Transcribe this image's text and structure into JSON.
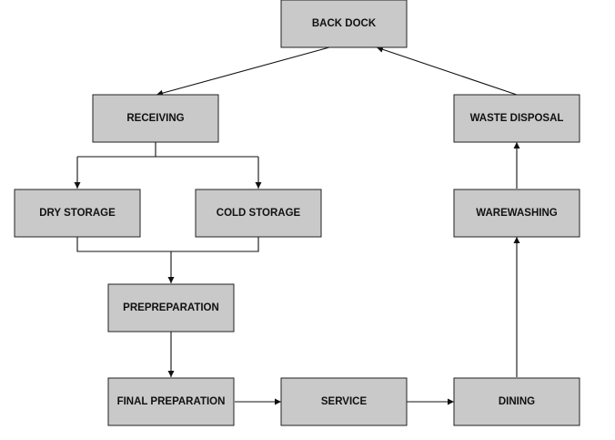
{
  "diagram": {
    "nodes": [
      {
        "id": "back_dock",
        "label": "BACK DOCK"
      },
      {
        "id": "receiving",
        "label": "RECEIVING"
      },
      {
        "id": "dry_storage",
        "label": "DRY STORAGE"
      },
      {
        "id": "cold_storage",
        "label": "COLD STORAGE"
      },
      {
        "id": "prepreparation",
        "label": "PREPREPARATION"
      },
      {
        "id": "final_preparation",
        "label": "FINAL PREPARATION"
      },
      {
        "id": "service",
        "label": "SERVICE"
      },
      {
        "id": "dining",
        "label": "DINING"
      },
      {
        "id": "warewashing",
        "label": "WAREWASHING"
      },
      {
        "id": "waste_disposal",
        "label": "WASTE DISPOSAL"
      }
    ],
    "edges": [
      {
        "from": "back_dock",
        "to": "receiving"
      },
      {
        "from": "receiving",
        "to": "dry_storage"
      },
      {
        "from": "receiving",
        "to": "cold_storage"
      },
      {
        "from": "dry_storage",
        "to": "prepreparation"
      },
      {
        "from": "cold_storage",
        "to": "prepreparation"
      },
      {
        "from": "prepreparation",
        "to": "final_preparation"
      },
      {
        "from": "final_preparation",
        "to": "service"
      },
      {
        "from": "service",
        "to": "dining"
      },
      {
        "from": "dining",
        "to": "warewashing"
      },
      {
        "from": "warewashing",
        "to": "waste_disposal"
      },
      {
        "from": "waste_disposal",
        "to": "back_dock"
      }
    ]
  }
}
